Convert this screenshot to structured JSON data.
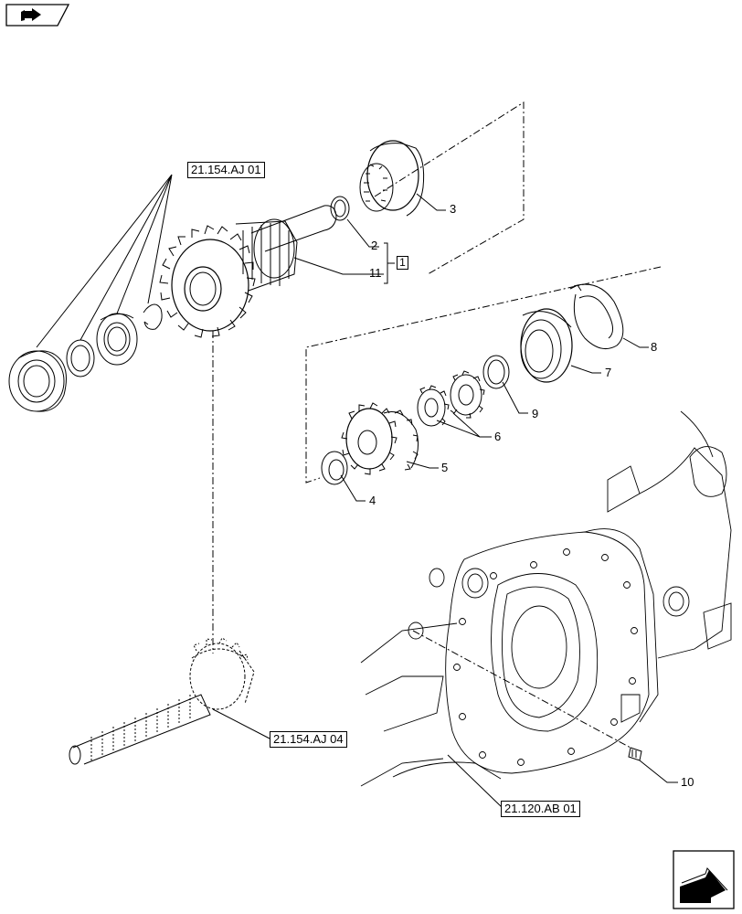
{
  "references": {
    "r1": "21.154.AJ 01",
    "r2": "21.154.AJ 04",
    "r3": "21.120.AB 01"
  },
  "callouts": [
    "2",
    "3",
    "4",
    "5",
    "6",
    "7",
    "8",
    "9",
    "10",
    "11"
  ],
  "kit_label": "1",
  "icons": {
    "top_left": "book-arrow-icon",
    "bottom_right": "next-page-arrow-icon"
  }
}
